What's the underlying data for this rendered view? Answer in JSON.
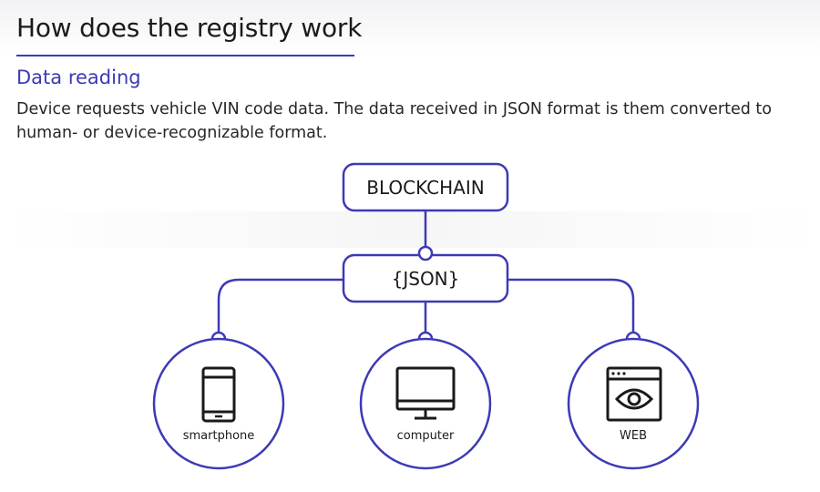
{
  "header": {
    "title": "How does the registry work",
    "subtitle": "Data reading",
    "description": "Device requests vehicle VIN code data. The data received in JSON format is them converted to human- or device-recognizable format."
  },
  "diagram": {
    "top_node": "BLOCKCHAIN",
    "middle_node": "{JSON}",
    "devices": [
      {
        "label": "smartphone",
        "icon": "smartphone-icon"
      },
      {
        "label": "computer",
        "icon": "monitor-icon"
      },
      {
        "label": "WEB",
        "icon": "browser-eye-icon"
      }
    ]
  },
  "colors": {
    "accent": "#3d3ab5",
    "icon": "#1a1a1a",
    "text": "#1f1f1f"
  }
}
